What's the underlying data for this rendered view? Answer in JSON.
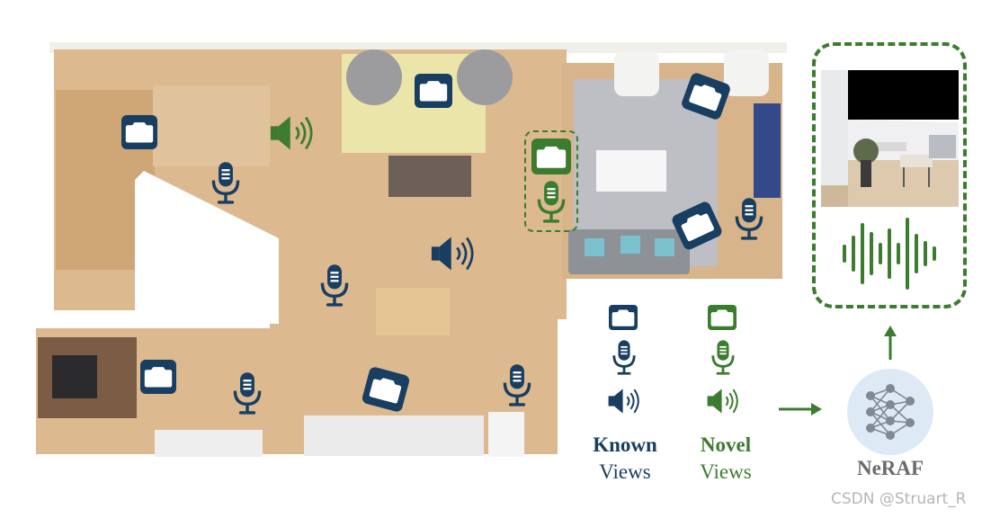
{
  "legend": {
    "known_line1": "Known",
    "known_line2": "Views",
    "novel_line1": "Novel",
    "novel_line2": "Views"
  },
  "model": {
    "name": "NeRAF"
  },
  "watermark": "CSDN @Struart_R",
  "colors": {
    "known": "#183e62",
    "novel": "#3c7c2e",
    "floor": "#dcb98f",
    "nn_circle": "#dde9f4",
    "label_gray": "#6b6b6b"
  },
  "icons": {
    "camera": "camera-icon",
    "microphone": "microphone-icon",
    "speaker": "speaker-icon",
    "neural_network": "neural-network-icon",
    "waveform": "waveform-icon"
  }
}
